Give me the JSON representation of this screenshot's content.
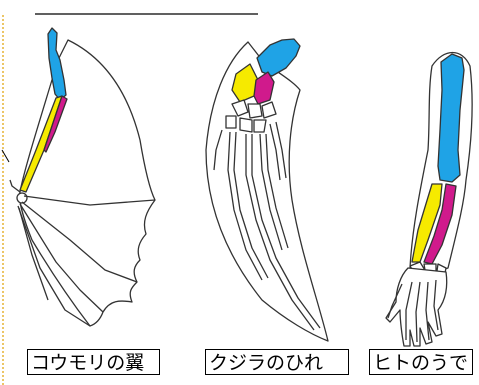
{
  "captions": {
    "bat_wing": "コウモリの翼",
    "whale_fin": "クジラのひれ",
    "human_arm": "ヒトのうで"
  },
  "colors": {
    "upper_arm_bone": "#1fa3e6",
    "radius_bone": "#f6ea00",
    "ulna_bone": "#d01a8c",
    "outline": "#333333",
    "dashed_border": "#e0a000"
  }
}
